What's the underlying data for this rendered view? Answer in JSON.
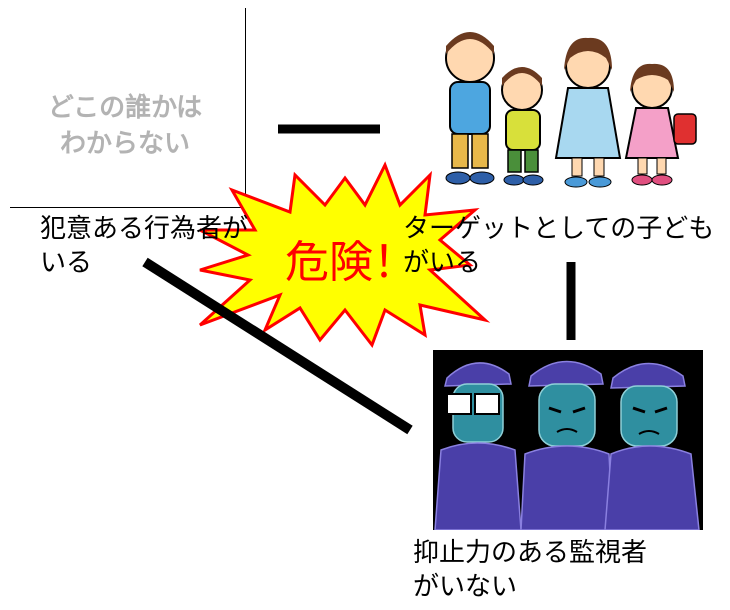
{
  "unknown_person": {
    "line1": "どこの誰かは",
    "line2": "わからない"
  },
  "offender": {
    "line1": "犯意ある行為者が",
    "line2": "いる"
  },
  "target": {
    "line1": "ターゲットとしての子ども",
    "line2": "がいる"
  },
  "guardian": {
    "line1": "抑止力のある監視者",
    "line2": "がいない"
  },
  "danger": {
    "text": "危険！",
    "fill_color": "#ffff00",
    "stroke_color": "#ff0000",
    "text_color": "#ff0000"
  },
  "icons": {
    "children": "children-walking-illustration",
    "guards": "guards-illustration"
  }
}
